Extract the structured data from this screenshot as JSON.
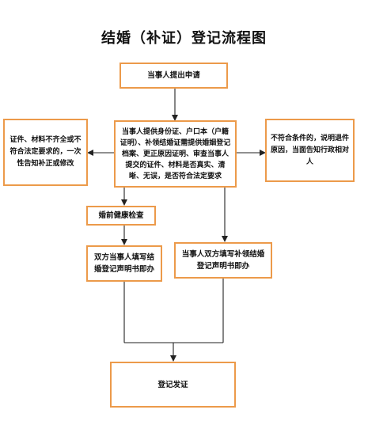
{
  "title": "结婚（补证）登记流程图",
  "boxes": {
    "apply": "当事人提出申请",
    "review": "当事人提供身份证、户口本（户籍证明）、补领结婚证需提供婚姻登记档案、更正原因证明、审查当事人提交的证件、材料是否真实、清晰、无误，是否符合法定要求",
    "incomplete": "证件、材料不齐全或不符合法定要求的，一次性告知补正或修改",
    "reject": "不符合条件的，说明退件原因，当面告知行政相对人",
    "health_check": "婚前健康检查",
    "fill_form_left": "双方当事人填写结婚登记声明书即办",
    "fill_form_right": "当事人双方填写补领结婚登记声明书即办",
    "issue": "登记发证"
  },
  "colors": {
    "box_border": "#ec9a4a",
    "line": "#222222"
  }
}
